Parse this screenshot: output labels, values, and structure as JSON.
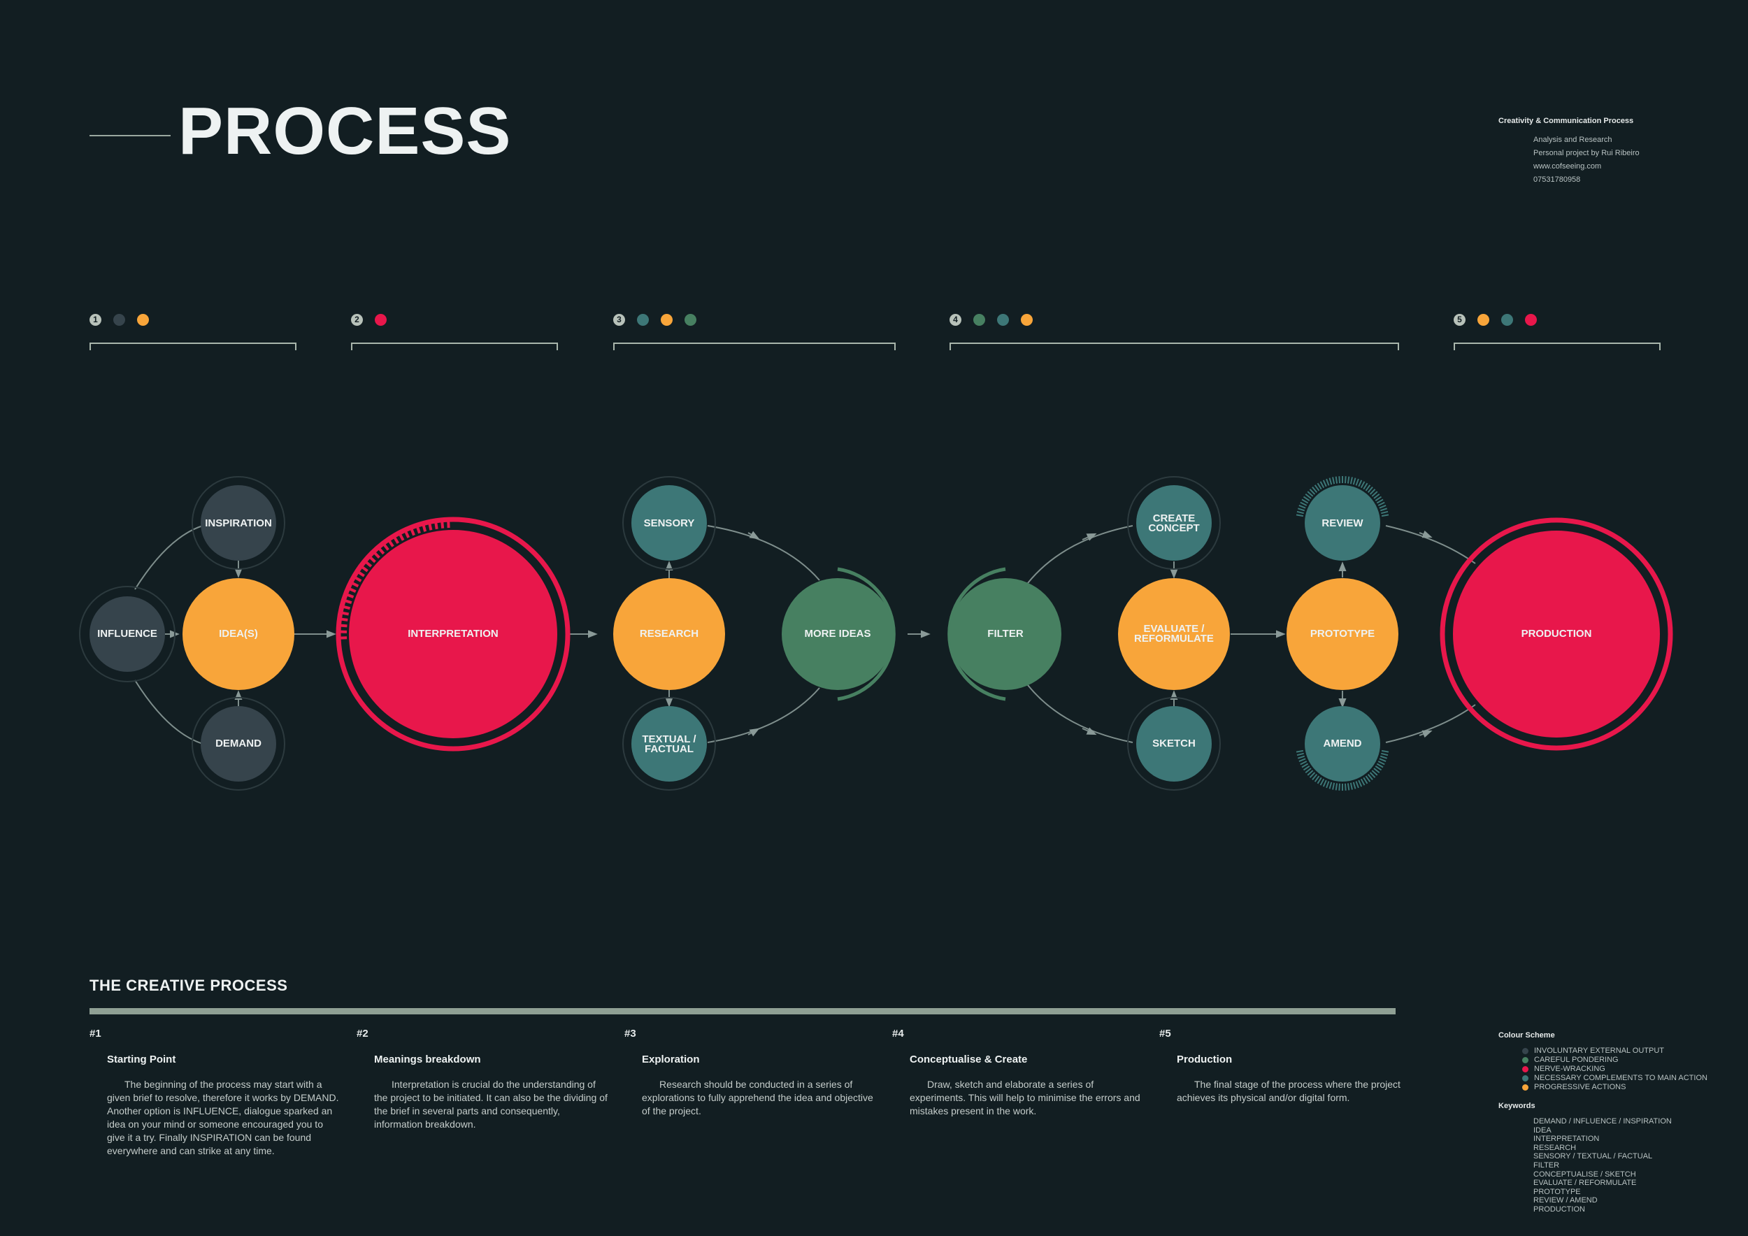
{
  "header": {
    "title": "PROCESS",
    "meta_heading": "Creativity & Communication Process",
    "meta_lines": [
      "Analysis and Research",
      "Personal project by Rui Ribeiro",
      "www.cofseeing.com",
      "07531780958"
    ]
  },
  "colors": {
    "background": "#121e22",
    "dark_slate": "#36444c",
    "teal": "#3d7777",
    "green": "#478061",
    "orange": "#f8a53a",
    "crimson": "#e8174b",
    "accent_line": "#9aa8a0"
  },
  "stages": [
    {
      "number": "1",
      "dots": [
        "#36444c",
        "#f8a53a"
      ]
    },
    {
      "number": "2",
      "dots": [
        "#e8174b"
      ]
    },
    {
      "number": "3",
      "dots": [
        "#3d7777",
        "#f8a53a",
        "#478061"
      ]
    },
    {
      "number": "4",
      "dots": [
        "#478061",
        "#3d7777",
        "#f8a53a"
      ]
    },
    {
      "number": "5",
      "dots": [
        "#f8a53a",
        "#3d7777",
        "#e8174b"
      ]
    }
  ],
  "nodes": {
    "inspiration": "INSPIRATION",
    "influence": "INFLUENCE",
    "ideas": "IDEA(S)",
    "demand": "DEMAND",
    "interpretation": "INTERPRETATION",
    "sensory": "SENSORY",
    "research": "RESEARCH",
    "textual_1": "TEXTUAL /",
    "textual_2": "FACTUAL",
    "more_ideas": "MORE IDEAS",
    "filter": "FILTER",
    "create_1": "CREATE",
    "create_2": "CONCEPT",
    "evaluate_1": "EVALUATE /",
    "evaluate_2": "REFORMULATE",
    "sketch": "SKETCH",
    "review": "REVIEW",
    "prototype": "PROTOTYPE",
    "amend": "AMEND",
    "production": "PRODUCTION"
  },
  "creative": {
    "heading": "THE CREATIVE PROCESS",
    "steps": [
      {
        "num": "#1",
        "title": "Starting Point",
        "text": "The beginning of the process may start with a given brief to resolve, therefore it works by DEMAND. Another option is INFLUENCE, dialogue sparked an idea on your mind or someone encouraged you to give it a try. Finally INSPIRATION can be found everywhere and can strike at any time."
      },
      {
        "num": "#2",
        "title": "Meanings breakdown",
        "text": "Interpretation is crucial do the understanding of the project to be initiated. It can also be the dividing of the brief in several parts and consequently, information breakdown."
      },
      {
        "num": "#3",
        "title": "Exploration",
        "text": "Research should be conducted in a series of explorations to fully apprehend the idea and objective of the project."
      },
      {
        "num": "#4",
        "title": "Conceptualise & Create",
        "text": "Draw, sketch and elaborate a series of experiments. This will help to minimise the errors and mistakes present in the work."
      },
      {
        "num": "#5",
        "title": "Production",
        "text": "The final stage of the process where the project achieves its physical and/or digital form."
      }
    ]
  },
  "legend": {
    "title": "Colour Scheme",
    "items": [
      {
        "label": "INVOLUNTARY EXTERNAL OUTPUT",
        "color": "#36444c"
      },
      {
        "label": "CAREFUL PONDERING",
        "color": "#478061"
      },
      {
        "label": "NERVE-WRACKING",
        "color": "#e8174b"
      },
      {
        "label": "NECESSARY COMPLEMENTS TO MAIN ACTION",
        "color": "#3d7777"
      },
      {
        "label": "PROGRESSIVE ACTIONS",
        "color": "#f8a53a"
      }
    ],
    "keywords_title": "Keywords",
    "keywords": [
      "DEMAND / INFLUENCE / INSPIRATION",
      "IDEA",
      "INTERPRETATION",
      "RESEARCH",
      "SENSORY / TEXTUAL / FACTUAL",
      "FILTER",
      "CONCEPTUALISE / SKETCH",
      "EVALUATE / REFORMULATE",
      "PROTOTYPE",
      "REVIEW / AMEND",
      "PRODUCTION"
    ]
  }
}
